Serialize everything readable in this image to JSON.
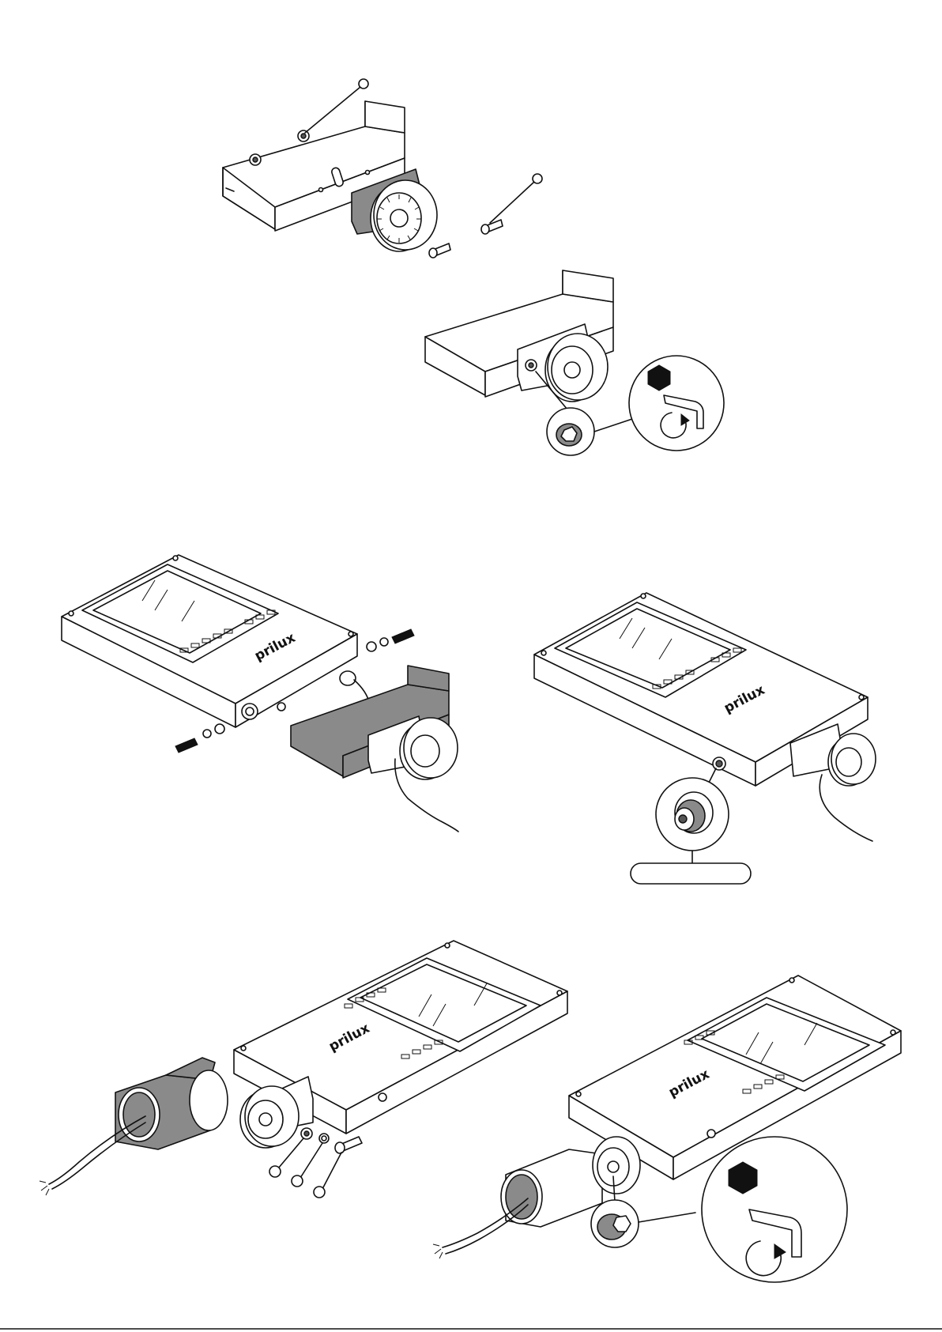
{
  "brand": {
    "logo_text": "prilux"
  },
  "steps": [
    {
      "id": "step-1",
      "callout_labels": [
        "",
        ""
      ]
    },
    {
      "id": "step-2",
      "callout_labels": []
    },
    {
      "id": "step-3",
      "callout_labels": []
    },
    {
      "id": "step-4",
      "label_box_text": ""
    },
    {
      "id": "step-5",
      "callout_labels": [
        "",
        "",
        ""
      ]
    },
    {
      "id": "step-6",
      "callout_labels": []
    }
  ],
  "icons": [
    "hex-key-icon",
    "rotate-clockwise-icon",
    "allen-wrench-icon"
  ],
  "colors": {
    "line": "#111111",
    "fill_part": "#8a8a8a",
    "background": "#ffffff"
  }
}
